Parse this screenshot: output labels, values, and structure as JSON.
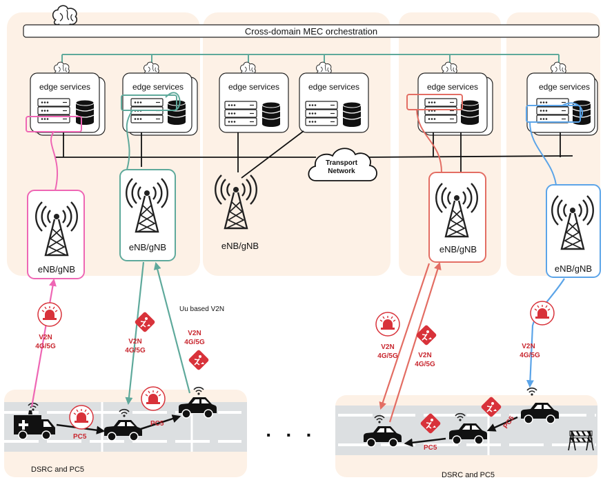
{
  "orchestration_label": "Cross-domain MEC orchestration",
  "edge_services_label": "edge services",
  "transport": {
    "line1": "Transport",
    "line2": "Network"
  },
  "enb_label": "eNB/gNB",
  "uu_label": "Uu based V2N",
  "v2n": {
    "line1": "V2N",
    "line2": "4G/5G"
  },
  "pc5_label": "PC5",
  "dsrc_label": "DSRC and PC5",
  "ellipsis": "· · ·",
  "colors": {
    "domain_bg": "#fdf1e6",
    "road": "#dcdfe1",
    "pink": "#ee66b4",
    "teal": "#5ea99b",
    "salmon": "#e36d63",
    "blue": "#5ba4e8",
    "alert_red": "#d8323a"
  },
  "icons": [
    "brain-icon",
    "server-icon",
    "database-icon",
    "antenna-tower-icon",
    "cloud-icon",
    "siren-icon",
    "roadwork-sign-icon",
    "wifi-icon",
    "car-icon",
    "ambulance-icon",
    "barrier-icon"
  ]
}
